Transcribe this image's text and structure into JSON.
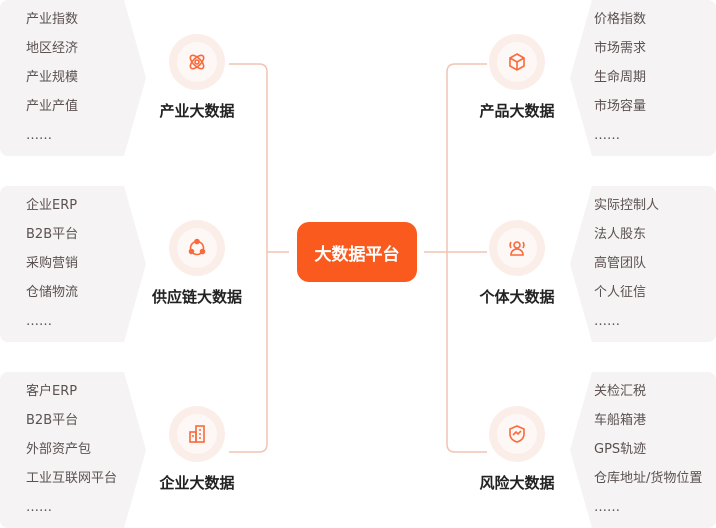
{
  "center": {
    "label": "大数据平台"
  },
  "left": [
    {
      "title": "产业大数据",
      "icon": "atom-icon",
      "items": [
        "产业指数",
        "地区经济",
        "产业规模",
        "产业产值",
        "……"
      ]
    },
    {
      "title": "供应链大数据",
      "icon": "network-icon",
      "items": [
        "企业ERP",
        "B2B平台",
        "采购营销",
        "仓储物流",
        "……"
      ]
    },
    {
      "title": "企业大数据",
      "icon": "building-icon",
      "items": [
        "客户ERP",
        "B2B平台",
        "外部资产包",
        "工业互联网平台",
        "……"
      ]
    }
  ],
  "right": [
    {
      "title": "产品大数据",
      "icon": "box-icon",
      "items": [
        "价格指数",
        "市场需求",
        "生命周期",
        "市场容量",
        "……"
      ]
    },
    {
      "title": "个体大数据",
      "icon": "person-icon",
      "items": [
        "实际控制人",
        "法人股东",
        "高管团队",
        "个人征信",
        "……"
      ]
    },
    {
      "title": "风险大数据",
      "icon": "shield-icon",
      "items": [
        "关检汇税",
        "车船箱港",
        "GPS轨迹",
        "仓库地址/货物位置",
        "……"
      ]
    }
  ],
  "colors": {
    "accent": "#fa5a1e",
    "line": "#f0c4b4",
    "panel": "#f5f3f3"
  }
}
